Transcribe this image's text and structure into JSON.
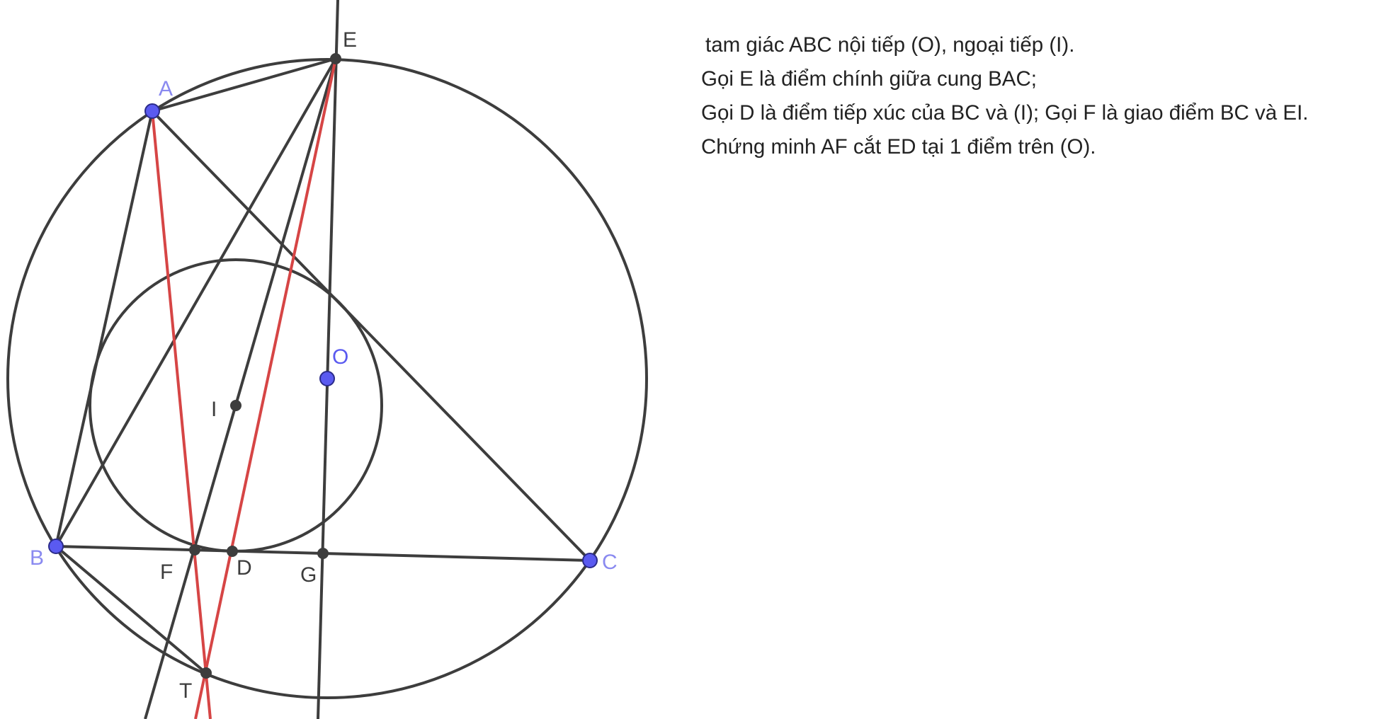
{
  "problem": {
    "lines": [
      "tam giác ABC nội tiếp (O), ngoại tiếp (I).",
      "Gọi E là điểm chính giữa cung BAC;",
      "Gọi D là điểm tiếp xúc của BC và (I); Gọi F là giao điểm BC và EI.",
      "Chứng minh AF cắt ED tại 1 điểm trên (O)."
    ]
  },
  "colors": {
    "stroke": "#3d3d3d",
    "highlight": "#d64545",
    "free_point": "#5a5af0",
    "free_point_label": "#8a8af0",
    "dependent_point": "#3d3d3d",
    "dependent_label": "#3d3d3d",
    "background": "#ffffff"
  },
  "figure": {
    "points": {
      "A": "A",
      "B": "B",
      "C": "C",
      "O": "O",
      "E": "E",
      "I": "I",
      "F": "F",
      "D": "D",
      "G": "G",
      "T": "T"
    }
  }
}
